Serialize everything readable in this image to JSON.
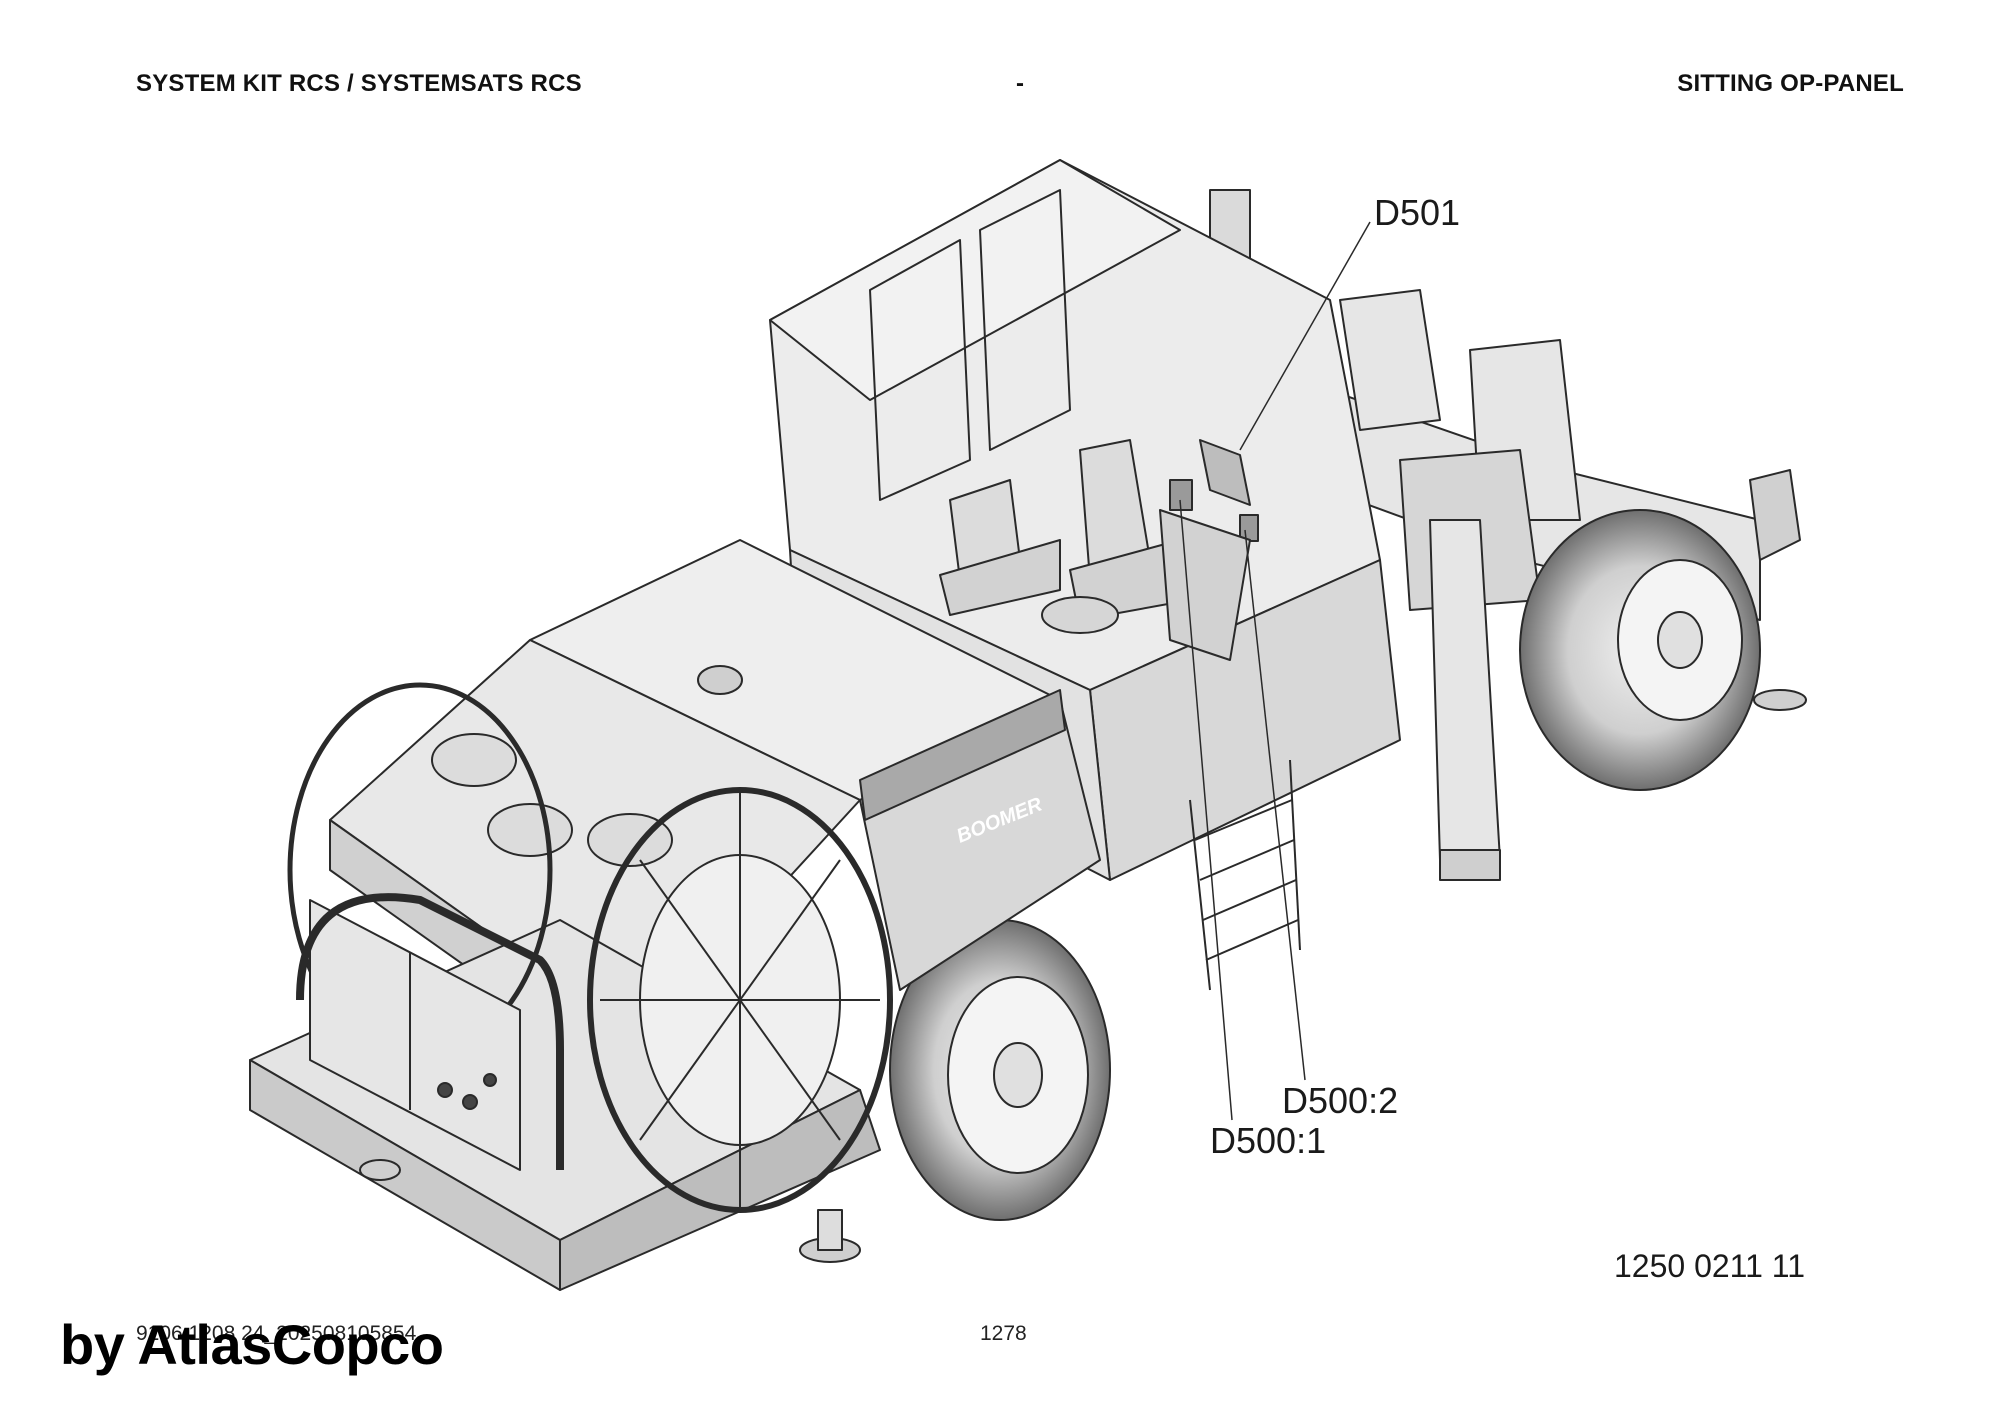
{
  "header": {
    "left": "SYSTEM KIT RCS / SYSTEMSATS RCS",
    "center": "-",
    "right": "SITTING OP-PANEL"
  },
  "drawing": {
    "brand_label": "BOOMER",
    "callouts": {
      "d501": "D501",
      "d500_2": "D500:2",
      "d500_1": "D500:1"
    },
    "drawing_number": "1250 0211 11"
  },
  "footer": {
    "doc_ref": "9106 1208 24_202508105854",
    "page_number": "1278",
    "watermark": "by AtlasCopco"
  },
  "colors": {
    "line": "#2a2a2a",
    "body_fill": "#e6e6e6",
    "shade_fill": "#bdbdbd",
    "tire_fill": "#8a8a8a"
  }
}
